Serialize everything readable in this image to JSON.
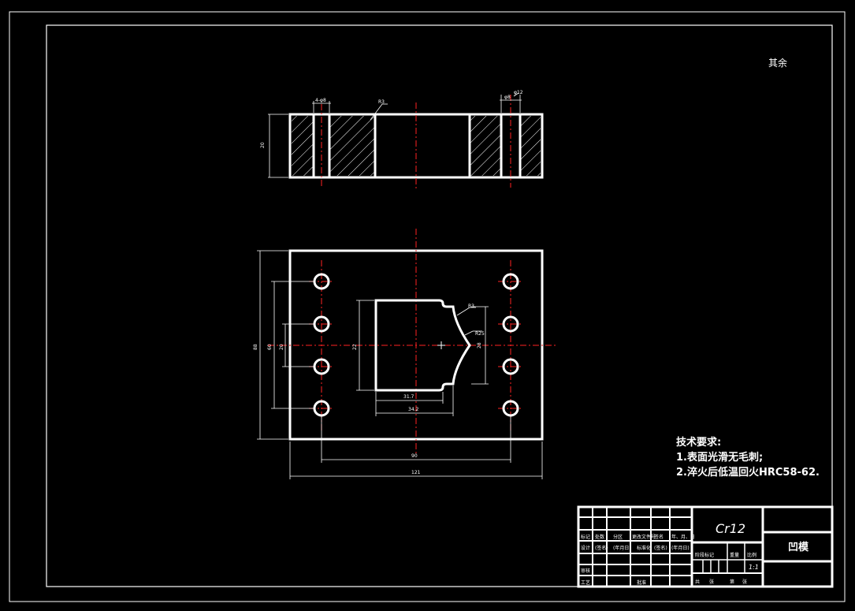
{
  "drawing": {
    "corner_mark": "其余",
    "dims_side": {
      "d1": "4-φ8",
      "d2": "R3",
      "d3": "φ12",
      "d4": "φ8",
      "height": "20"
    },
    "dims_plan": {
      "width_total": "121",
      "hole_spacing_x": "90",
      "height_total": "88",
      "outer_v": "60",
      "inner_v": "20",
      "cavity_h": "22",
      "cavity_w1": "31.7",
      "cavity_w2": "34.2",
      "r1": "R3",
      "r2": "R25",
      "cavity_right": "28"
    }
  },
  "tech_requirements": {
    "title": "技术要求:",
    "items": [
      "1.表面光滑无毛刺;",
      "2.淬火后低温回火HRC58-62."
    ]
  },
  "title_block": {
    "material": "Cr12",
    "part_name": "凹模",
    "scale": "1:1",
    "row_labels": [
      "标记",
      "处数",
      "分区",
      "更改文件号",
      "签名",
      "年、月、日"
    ],
    "row2_labels": [
      "设计",
      "(签名)",
      "(年月日)",
      "标准化",
      "(签名)",
      "(年月日)"
    ],
    "row3_labels": [
      "审核"
    ],
    "row4_labels": [
      "工艺",
      "批准"
    ],
    "mid_labels": [
      "阶段标记",
      "重量",
      "比例"
    ],
    "sheet_labels": [
      "共",
      "张",
      "第",
      "张"
    ]
  }
}
